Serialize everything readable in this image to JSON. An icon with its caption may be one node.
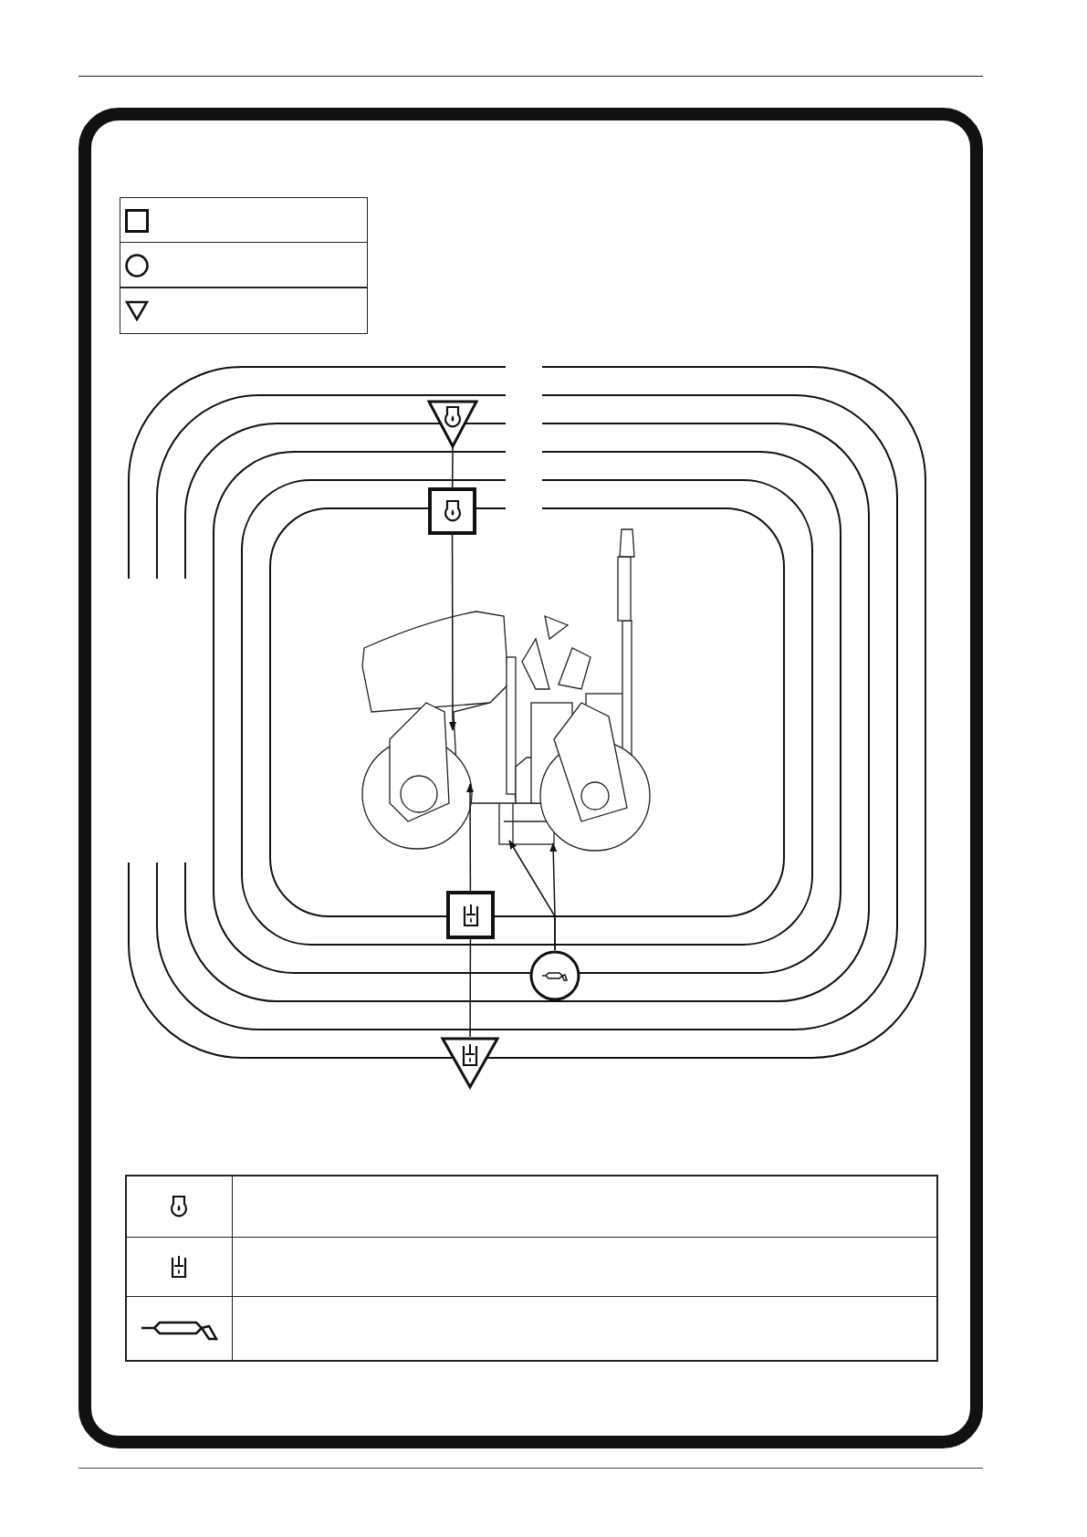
{
  "diagram": {
    "nodes": [
      {
        "text": [],
        "shape": "triangle"
      },
      {
        "text": [],
        "shape": "box"
      },
      {
        "text": [],
        "shape": "box"
      },
      {
        "text": [],
        "shape": "circle"
      },
      {
        "text": [],
        "shape": "triangle"
      },
      {
        "text": [],
        "shape": "picture"
      }
    ],
    "edges": [
      {
        "from": 0,
        "to": 1,
        "arrow": "none"
      },
      {
        "from": 1,
        "to": 5,
        "arrow": "to"
      },
      {
        "from": 4,
        "to": 2,
        "arrow": "none"
      },
      {
        "from": 2,
        "to": 5,
        "arrow": "to"
      },
      {
        "from": 3,
        "to": 5,
        "arrow": "to"
      },
      {
        "from": 3,
        "to": 5,
        "arrow": "to"
      }
    ]
  }
}
